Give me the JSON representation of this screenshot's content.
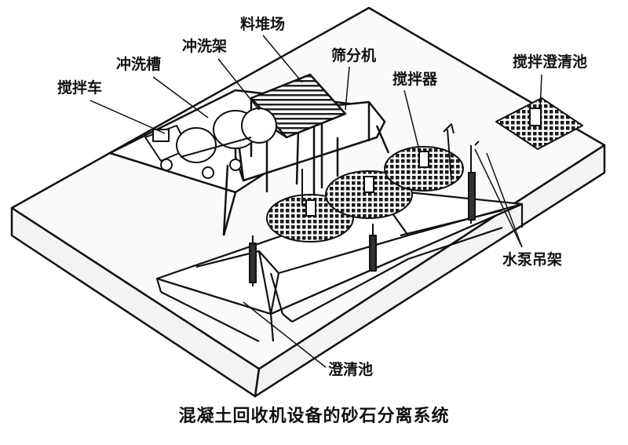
{
  "labels": {
    "mixer_truck": "搅拌车",
    "wash_tank": "冲洗槽",
    "wash_rack": "冲洗架",
    "material_yard": "料堆场",
    "screening_machine": "筛分机",
    "agitator": "搅拌器",
    "agitated_clarifier": "搅拌澄清池",
    "pump_hanger": "水泵吊架",
    "clarifier": "澄清池"
  },
  "caption": "混凝土回收机设备的砂石分离系统"
}
